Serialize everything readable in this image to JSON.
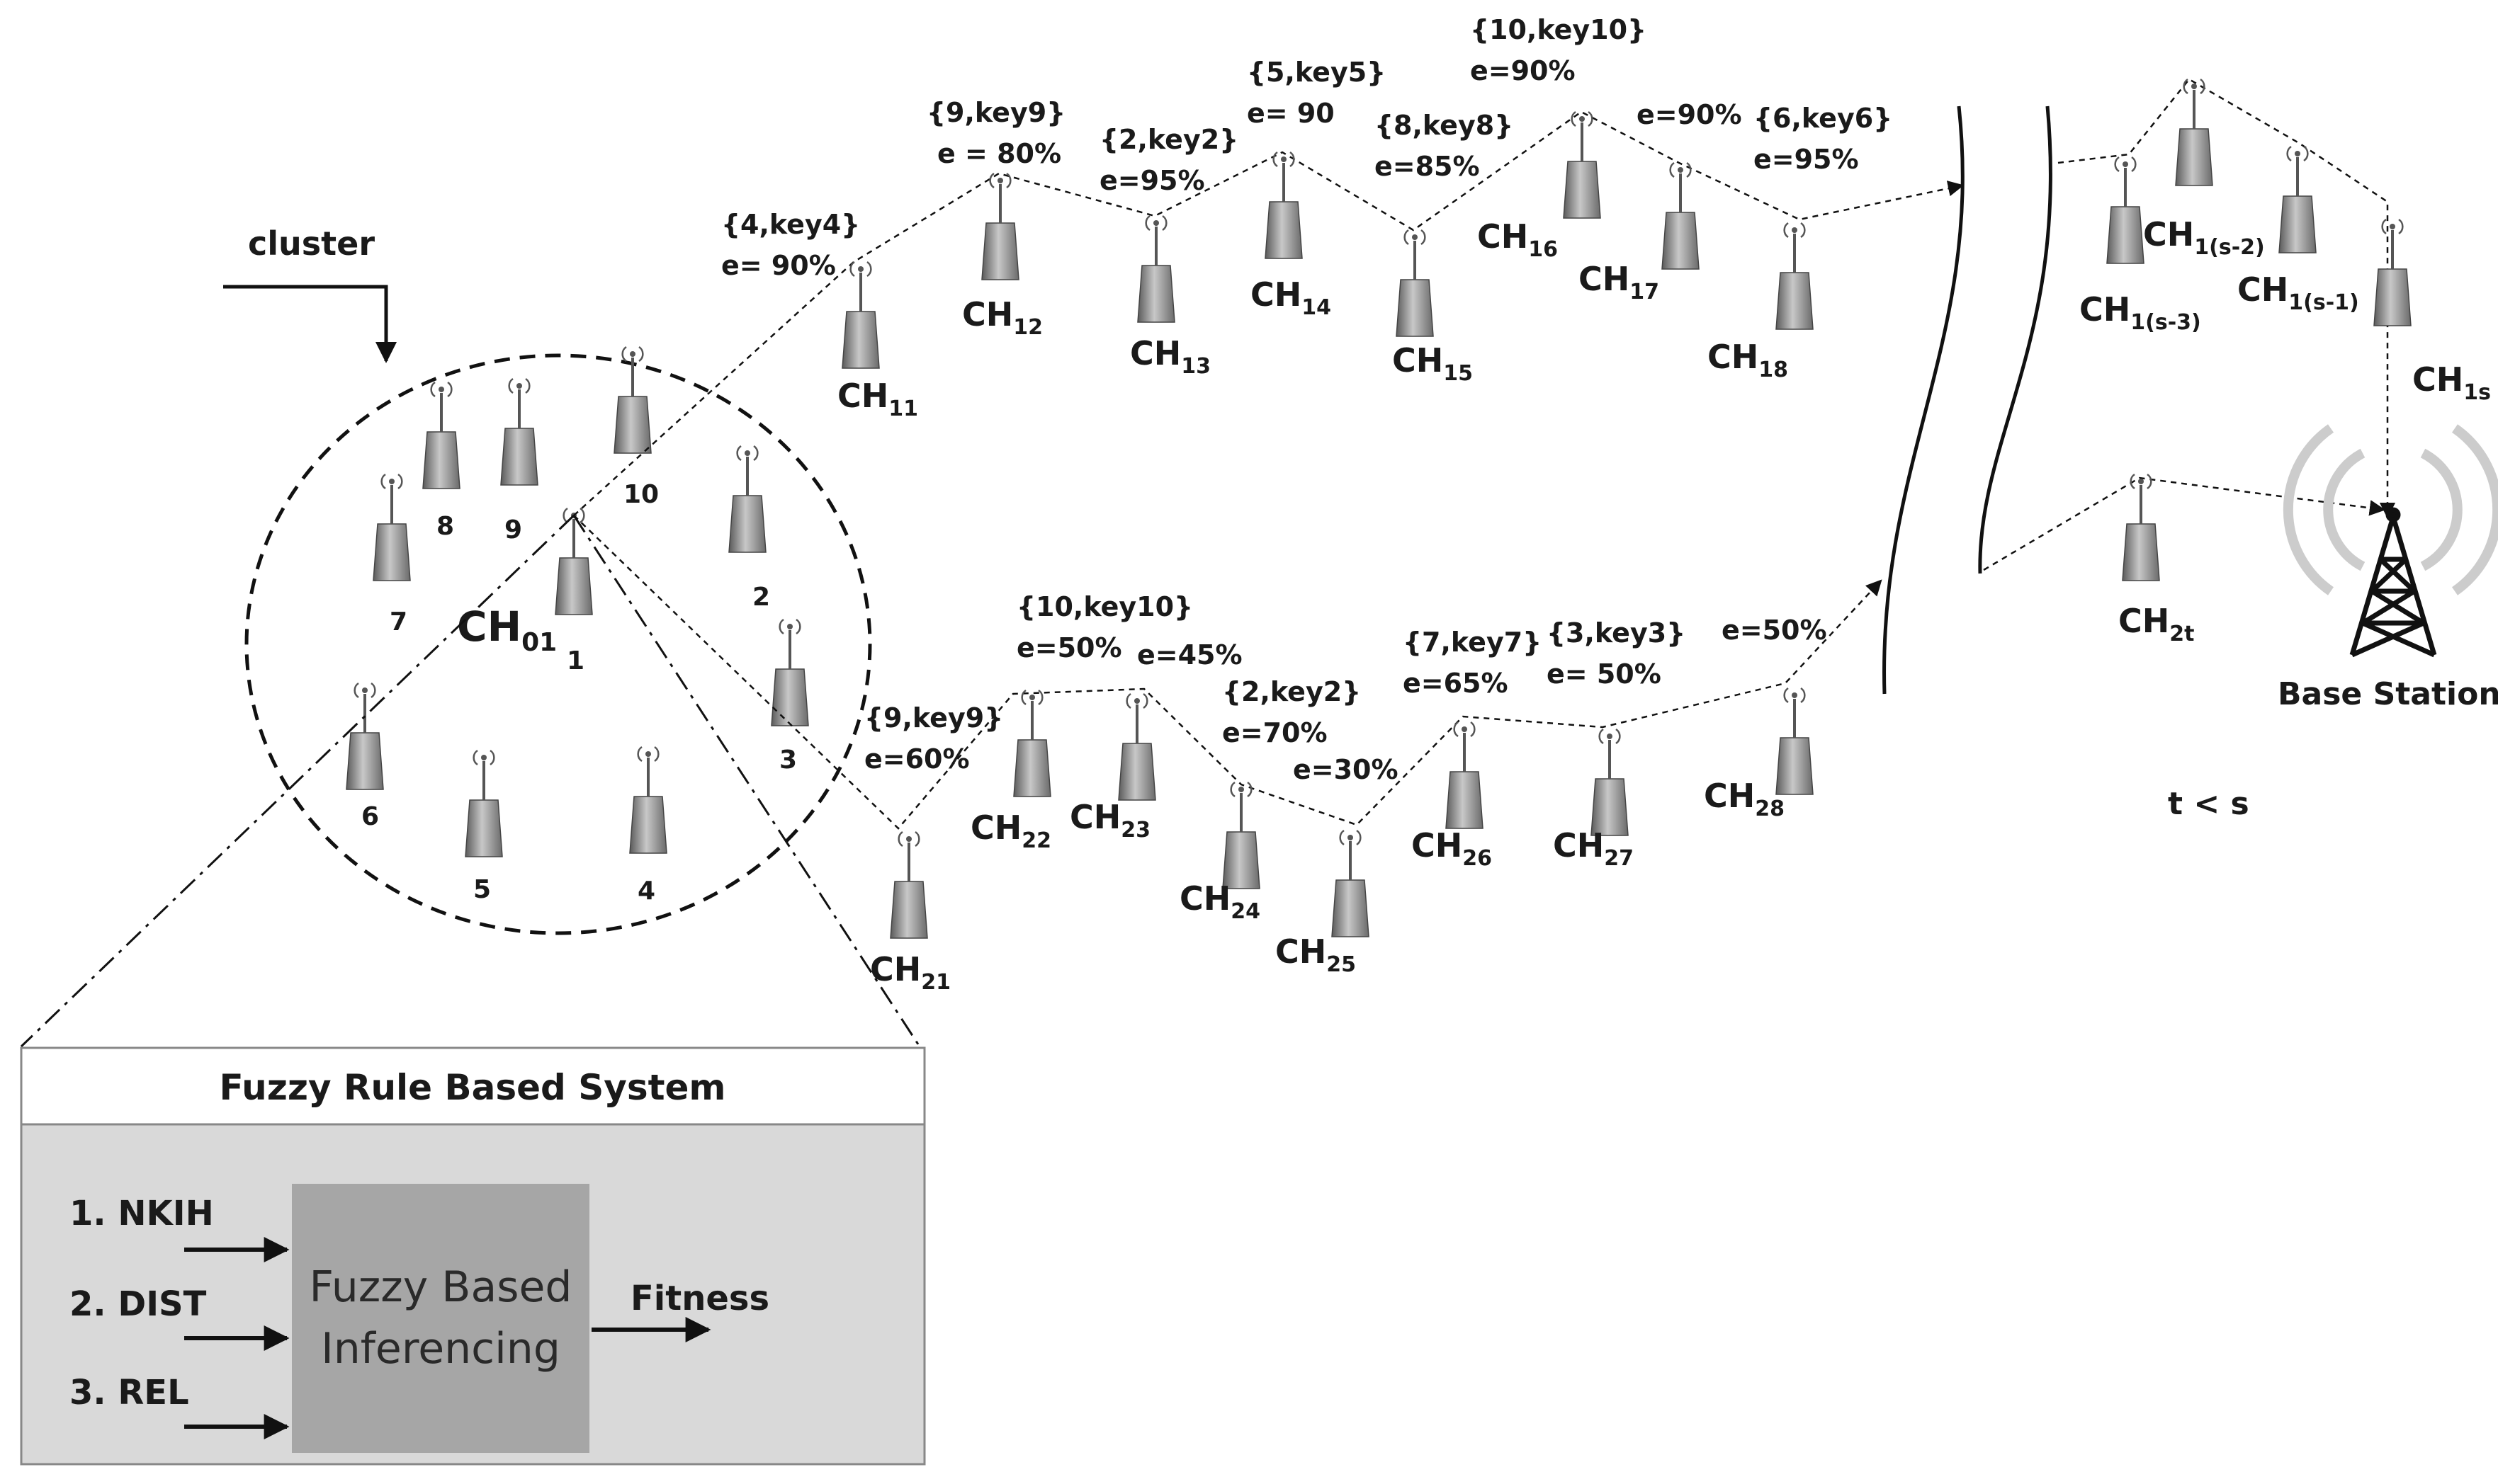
{
  "cluster": {
    "label": "cluster",
    "head": "CH",
    "head_sub": "01",
    "nodes": [
      "1",
      "2",
      "3",
      "4",
      "5",
      "6",
      "7",
      "8",
      "9",
      "10"
    ]
  },
  "path1": {
    "nodes": [
      {
        "ch": "CH",
        "sub": "11",
        "info1": "{4,key4}",
        "info2": "e= 90%"
      },
      {
        "ch": "CH",
        "sub": "12",
        "info1": "{9,key9}",
        "info2": "e = 80%"
      },
      {
        "ch": "CH",
        "sub": "13",
        "info1": "{2,key2}",
        "info2": "e=95%"
      },
      {
        "ch": "CH",
        "sub": "14",
        "info1": "{5,key5}",
        "info2": "e= 90"
      },
      {
        "ch": "CH",
        "sub": "15",
        "info1": "{8,key8}",
        "info2": "e=85%"
      },
      {
        "ch": "CH",
        "sub": "16",
        "info1": "{10,key10}",
        "info2": "e=90%"
      },
      {
        "ch": "CH",
        "sub": "17",
        "info1": "e=90%",
        "info2": ""
      },
      {
        "ch": "CH",
        "sub": "18",
        "info1": "{6,key6}",
        "info2": "e=95%"
      }
    ],
    "tail": [
      {
        "ch": "CH",
        "sub": "1(s-3)"
      },
      {
        "ch": "CH",
        "sub": "1(s-2)"
      },
      {
        "ch": "CH",
        "sub": "1(s-1)"
      },
      {
        "ch": "CH",
        "sub": "1s"
      }
    ]
  },
  "path2": {
    "nodes": [
      {
        "ch": "CH",
        "sub": "21",
        "info1": "{9,key9}",
        "info2": "e=60%"
      },
      {
        "ch": "CH",
        "sub": "22",
        "info1": "{10,key10}",
        "info2": "e=50%"
      },
      {
        "ch": "CH",
        "sub": "23",
        "info1": "e=45%",
        "info2": ""
      },
      {
        "ch": "CH",
        "sub": "24",
        "info1": "{2,key2}",
        "info2": "e=70%"
      },
      {
        "ch": "CH",
        "sub": "25",
        "info1": "e=30%",
        "info2": ""
      },
      {
        "ch": "CH",
        "sub": "26",
        "info1": "{7,key7}",
        "info2": "e=65%"
      },
      {
        "ch": "CH",
        "sub": "27",
        "info1": "{3,key3}",
        "info2": "e= 50%"
      },
      {
        "ch": "CH",
        "sub": "28",
        "info1": "e=50%",
        "info2": ""
      }
    ],
    "tail": [
      {
        "ch": "CH",
        "sub": "2t"
      }
    ]
  },
  "base_station": "Base Station",
  "condition": "t < s",
  "frbs": {
    "title": "Fuzzy Rule Based System",
    "inputs": [
      "1. NKIH",
      "2. DIST",
      "3. REL"
    ],
    "core_line1": "Fuzzy Based",
    "core_line2": "Inferencing",
    "output": "Fitness"
  },
  "colors": {
    "panel": "#d9d9d9",
    "core": "#a6a6a6",
    "text": "#1a1a1a",
    "tower": "#6e6e6e",
    "waves": "#cfcfcf"
  }
}
